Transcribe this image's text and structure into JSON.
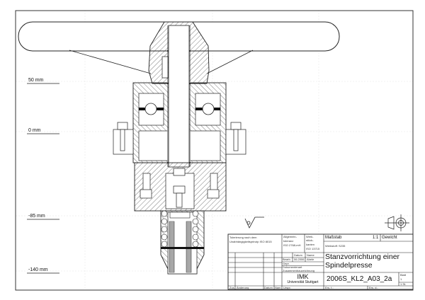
{
  "dimensions": [
    "50 mm",
    "0 mm",
    "-85 mm",
    "-140 mm"
  ],
  "title_block": {
    "tolerance_label": "Tolerierung nach dem Unabhängigkeitsprinzip ISO 8015",
    "general_tol": [
      "Allgemein-",
      "toleranz",
      "ISO 2768-mH"
    ],
    "edges": [
      "Werk-",
      "stück-",
      "kanten",
      "ISO 13715"
    ],
    "scale_label": "Maßstab",
    "scale_value": "1:1",
    "weight_label": "Gewicht",
    "material": "Werkstoff: S235",
    "date_header": "Datum",
    "name_header": "Name",
    "drawn_label": "Bearb.",
    "drawn_date": "06.2006",
    "drawn_name": "Abele",
    "checked_label": "Gepr.",
    "doc_type_label": "Dokumentenart",
    "doc_type": "Zusammenbauzeichnung",
    "title_line1": "Stanzvorrichtung einer",
    "title_line2": "Spindelpresse",
    "institute": "IMK",
    "university": "Universität Stuttgart",
    "drawing_number": "2006S_KL2_A03_2a",
    "sheet_label": "Blatt",
    "sheet_value": "1",
    "sheet_of": "1  St.",
    "rev_label": "Zus.",
    "change_label": "Änderung",
    "date_label": "Datum",
    "name_label": "Nam",
    "origin_label": "Urspr.",
    "replaces_label": "Ers. f.:",
    "replaced_by_label": "Ers. d.:"
  }
}
